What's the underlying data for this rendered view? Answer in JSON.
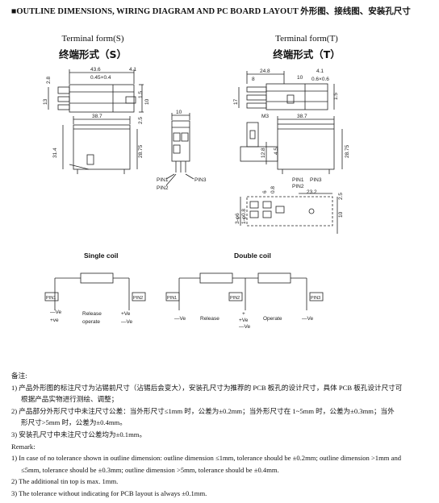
{
  "header": {
    "title": "■OUTLINE DIMENSIONS, WIRING DIAGRAM AND PC BOARD LAYOUT 外形图、接线图、安装孔尺寸"
  },
  "term_s": {
    "en": "Terminal form(S)",
    "cn": "终端形式（S）"
  },
  "term_t": {
    "en": "Terminal form(T)",
    "cn": "终端形式（T）"
  },
  "dims_s": {
    "d1": "43.6",
    "d2": "4.1",
    "d3": "0.45×0.4",
    "d4": "2.8",
    "d5": "13",
    "d6": "1.5",
    "d7": "10",
    "d8": "38.7",
    "d9": "2.5",
    "d10": "31.4",
    "d11": "28.75"
  },
  "dims_mid": {
    "d1": "10"
  },
  "dims_t": {
    "d1": "24.8",
    "d2": "4.1",
    "d3": "8",
    "d4": "10",
    "d5": "0.6×0.6",
    "d6": "17",
    "d7": "1.5",
    "d8": "M3",
    "d9": "38.7",
    "d10": "28.75",
    "d11": "12.8",
    "d12": "4.5",
    "d13": "23.2",
    "d14": "6",
    "d15": "0.8",
    "d16": "10",
    "d17": "3-φ6",
    "d18": "1-φ0.8",
    "d19": "2.5"
  },
  "pins": {
    "pin1": "PIN1",
    "pin2": "PIN2",
    "pin3": "PIN3"
  },
  "single": {
    "title": "Single coil",
    "pin1": "PIN1",
    "pin2": "PIN2",
    "minus_ve": "—Ve",
    "plus_ve": "+ve",
    "release": "Release",
    "operate": "operate",
    "r_plus": "+Ve",
    "r_minus": "—Ve"
  },
  "double": {
    "title": "Double coil",
    "pin1": "PIN1",
    "pin2": "PIN2",
    "pin3": "PIN3",
    "l_ve": "—Ve",
    "release": "Release",
    "plus": "+",
    "plus_ve": "+Ve",
    "minus_ve": "—Ve",
    "operate": "Operate",
    "r_ve": "—Ve"
  },
  "notes": {
    "label_cn": "备注:",
    "n1": "1) 产品外形图的标注尺寸为沾锡前尺寸（沾锡后会变大），安装孔尺寸为推荐的 PCB 板孔的设计尺寸，具体 PCB 板孔设计尺寸可",
    "n1b": "根据产品实物进行测绘、调整；",
    "n2": "2) 产品部分外形尺寸中未注尺寸公差：当外形尺寸≤1mm 时，公差为±0.2mm；当外形尺寸在 1~5mm 时，公差为±0.3mm；当外",
    "n2b": "形尺寸>5mm 时，公差为±0.4mm。",
    "n3": "3) 安装孔尺寸中未注尺寸公差均为±0.1mm。",
    "label_en": "Remark:",
    "e1": "1)  In case of no tolerance shown in outline dimension: outline dimension ≤1mm, tolerance should be ±0.2mm; outline dimension >1mm and",
    "e1b": "≤5mm, tolerance should be ±0.3mm; outline dimension >5mm, tolerance should be ±0.4mm.",
    "e2": "2)  The additional tin top is max. 1mm.",
    "e3": "3)  The tolerance without indicating for PCB layout is always ±0.1mm."
  }
}
